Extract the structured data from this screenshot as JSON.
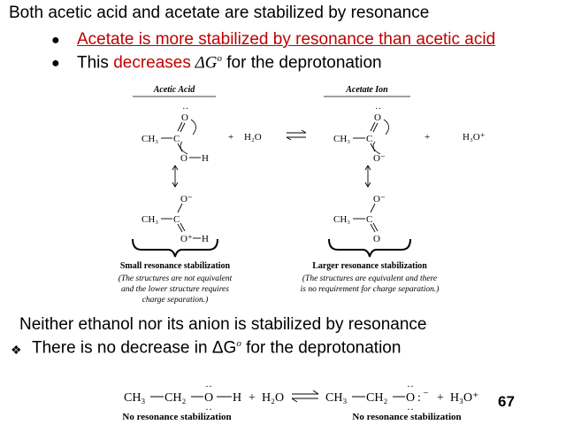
{
  "slide": {
    "line1": "Both acetic acid and acetate are stabilized by resonance",
    "bullet1": "Acetate is more stabilized by resonance than acetic acid",
    "bullet2_a": "This ",
    "bullet2_red": "decreases",
    "bullet2_delta": " ΔG",
    "bullet2_sup": "o",
    "bullet2_b": " for the deprotonation",
    "line2": "Neither ethanol nor its anion is stabilized by resonance",
    "bullet3_a": "There is no decrease in ΔG",
    "bullet3_sup": "o",
    "bullet3_b": " for the deprotonation",
    "page_number": "67"
  },
  "figure": {
    "left_title": "Acetic Acid",
    "right_title": "Acetate Ion",
    "plus": "+",
    "water": "H₂O",
    "hydronium": "H₃O⁺",
    "ch3": "CH₃",
    "c": "C",
    "o": "O",
    "o_neg": "O⁻",
    "o_pos": "O⁺",
    "h": "H",
    "left_caption_bold": "Small resonance stabilization",
    "left_caption_1": "(The structures are not equivalent",
    "left_caption_2": "and the lower structure requires",
    "left_caption_3": "charge separation.)",
    "right_caption_bold": "Larger resonance stabilization",
    "right_caption_1": "(The structures are equivalent and there",
    "right_caption_2": "is no requirement for charge separation.)"
  },
  "equation": {
    "ch3": "CH₃",
    "ch2": "CH₂",
    "o": "O",
    "h": "H",
    "plus": "+",
    "water": "H₂O",
    "o_anion": "O",
    "minus": "–",
    "hydronium": "H₃O⁺",
    "left_caption": "No resonance stabilization",
    "right_caption": "No resonance stabilization"
  }
}
